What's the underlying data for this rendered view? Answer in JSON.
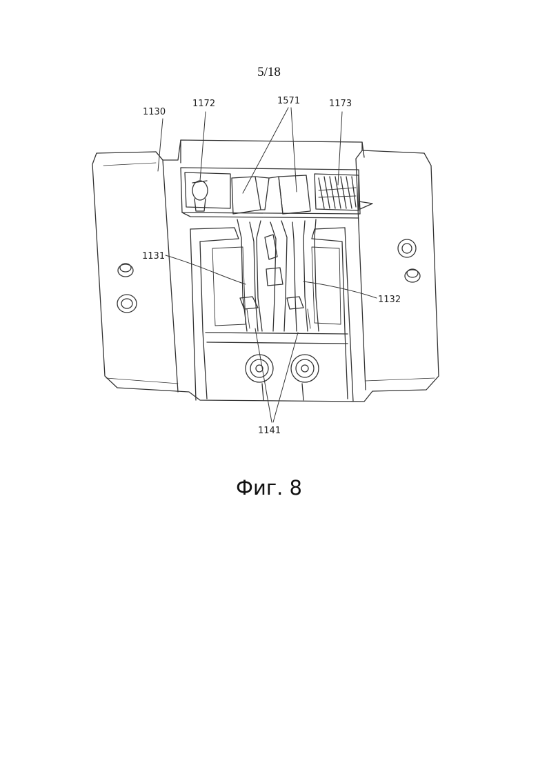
{
  "page_number": "5/18",
  "figure_caption": "Фиг. 8",
  "labels": {
    "l1130": "1130",
    "l1172": "1172",
    "l1571": "1571",
    "l1173": "1173",
    "l1131": "1131",
    "l1132": "1132",
    "l1141": "1141"
  }
}
